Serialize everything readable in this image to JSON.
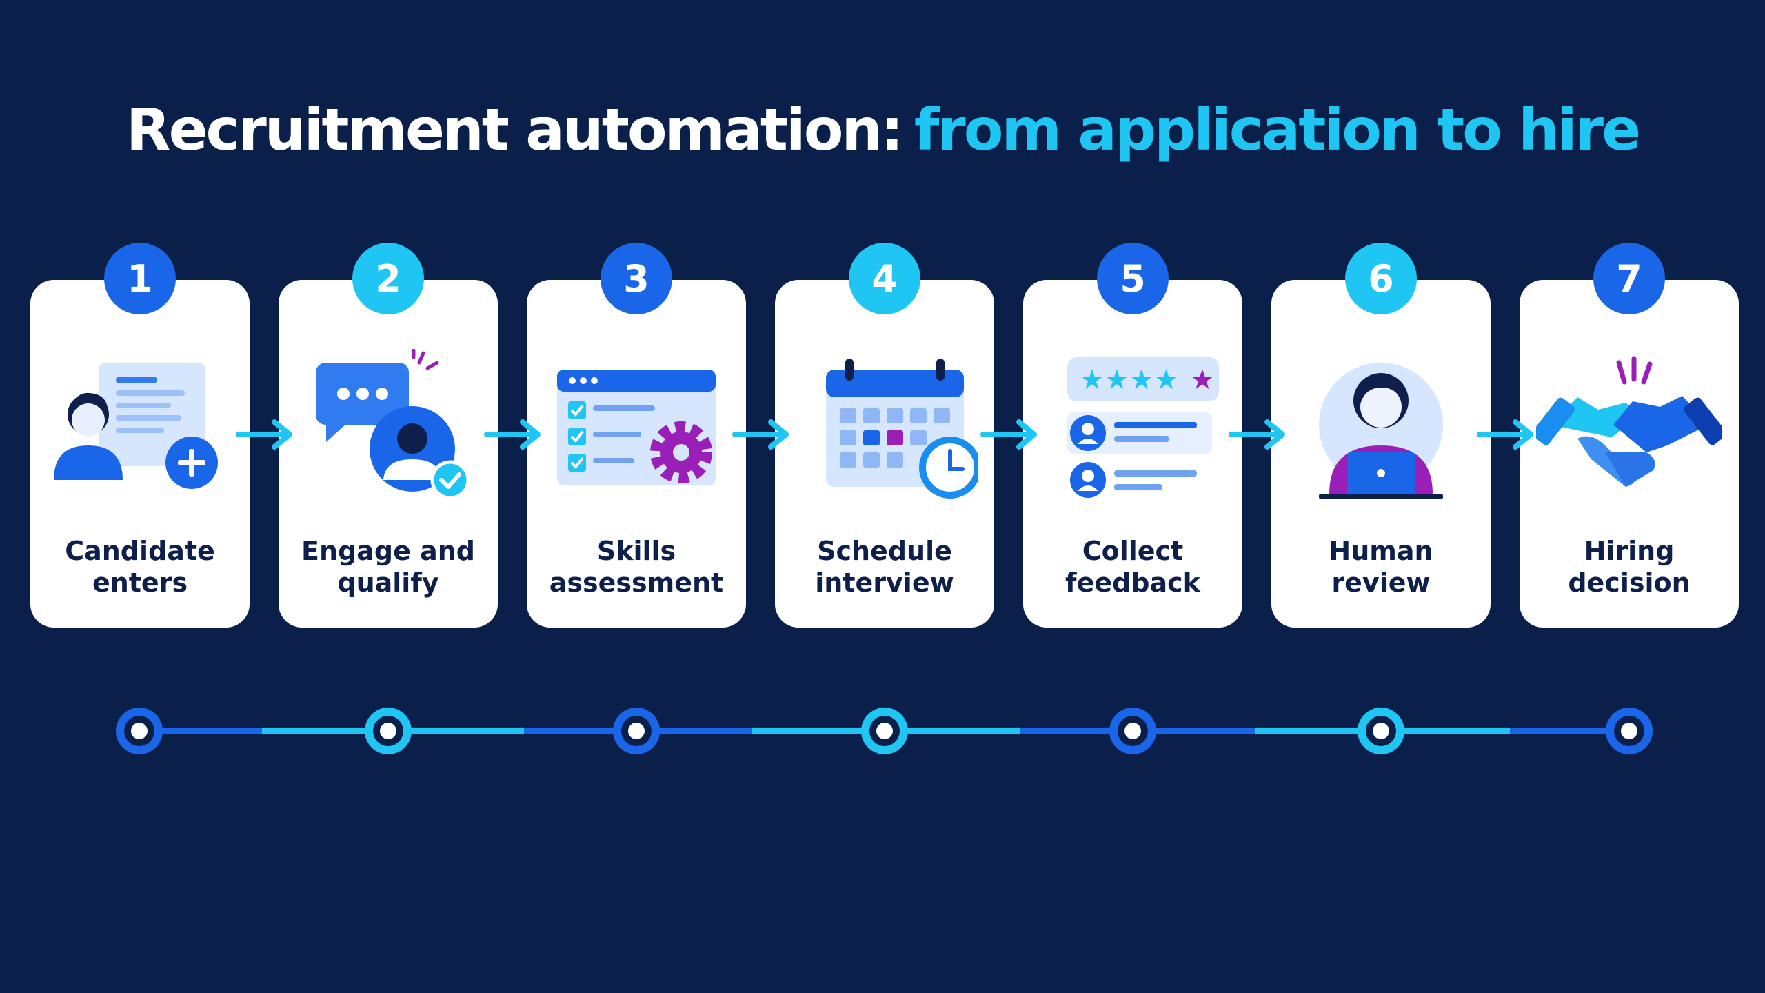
{
  "title": {
    "main": "Recruitment automation:",
    "accent": "from application to hire"
  },
  "steps": [
    {
      "number": "1",
      "label": "Candidate\nenters",
      "icon": "candidate-profile-icon"
    },
    {
      "number": "2",
      "label": "Engage and\nqualify",
      "icon": "chat-qualify-icon"
    },
    {
      "number": "3",
      "label": "Skills\nassessment",
      "icon": "assessment-checklist-icon"
    },
    {
      "number": "4",
      "label": "Schedule\ninterview",
      "icon": "calendar-clock-icon"
    },
    {
      "number": "5",
      "label": "Collect\nfeedback",
      "icon": "rating-feedback-icon"
    },
    {
      "number": "6",
      "label": "Human\nreview",
      "icon": "person-laptop-icon"
    },
    {
      "number": "7",
      "label": "Hiring\ndecision",
      "icon": "handshake-icon"
    }
  ],
  "colors": {
    "background": "#0b1f4b",
    "accent_cyan": "#1fc6f3",
    "blue": "#1a66e8",
    "purple": "#9a1fb8",
    "card": "#ffffff",
    "label_text": "#0d1f4a"
  }
}
